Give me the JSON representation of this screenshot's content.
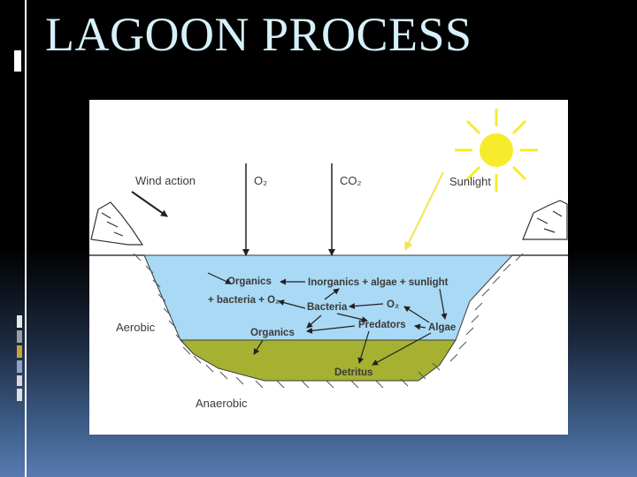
{
  "slide": {
    "title": "LAGOON PROCESS"
  },
  "diagram": {
    "labels": {
      "wind": "Wind action",
      "o2": "O₂",
      "co2": "CO₂",
      "sunlight": "Sunlight",
      "organics_top": "Organics",
      "inorganics": "Inorganics + algae + sunlight",
      "bacteria_o2": "+ bacteria + O₂",
      "bacteria": "Bacteria",
      "o2_inner": "O₂",
      "predators": "Predators",
      "algae": "Algae",
      "organics_low": "Organics",
      "detritus": "Detritus",
      "aerobic": "Aerobic",
      "anaerobic": "Anaerobic"
    },
    "colors": {
      "water": "#a9d9f4",
      "sediment": "#a6b131",
      "sun": "#f6ec2c",
      "sun_ray": "#f3e356"
    }
  },
  "theme": {
    "title_color": "#d6f1fb",
    "accent_colors": [
      "#e8e8e8",
      "#9aa0a6",
      "#c7a43a",
      "#8fa4c8",
      "#d9d9d9",
      "#e0e0e0"
    ]
  }
}
